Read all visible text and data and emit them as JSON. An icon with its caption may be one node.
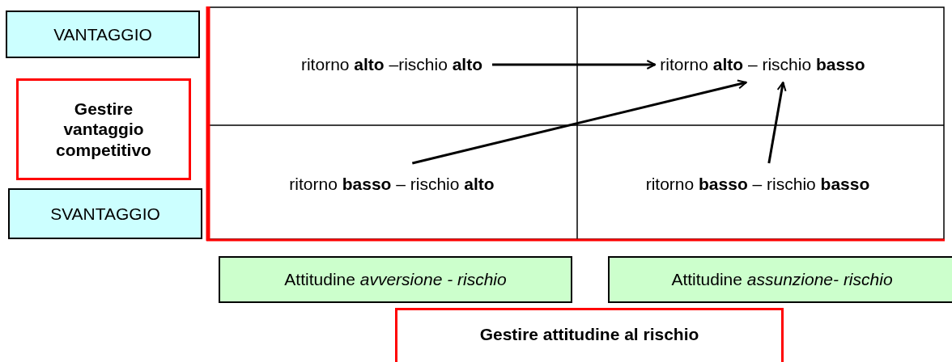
{
  "diagram": {
    "nodes": [
      {
        "text": [
          "VANTAGGIO"
        ]
      },
      {
        "text": [
          "Gestire vantaggio competitivo"
        ]
      },
      {
        "text": [
          "SVANTAGGIO"
        ]
      },
      {
        "text": [
          "ritorno **alto** –rischio **alto**"
        ]
      },
      {
        "text": [
          "ritorno **alto** – rischio **basso**"
        ]
      },
      {
        "text": [
          "ritorno **basso** – rischio **alto**"
        ]
      },
      {
        "text": [
          "ritorno **basso** – rischio **basso**"
        ]
      },
      {
        "text": [
          "Attitudine *avversione - rischio*"
        ]
      },
      {
        "text": [
          "Attitudine *assunzione- rischio*"
        ]
      },
      {
        "text": [
          "Gestire attitudine al rischio"
        ]
      }
    ],
    "edges": [
      {
        "from": 3,
        "to": 4,
        "arrow": "to"
      },
      {
        "from": 5,
        "to": 4,
        "arrow": "to"
      },
      {
        "from": 6,
        "to": 4,
        "arrow": "to"
      }
    ]
  }
}
